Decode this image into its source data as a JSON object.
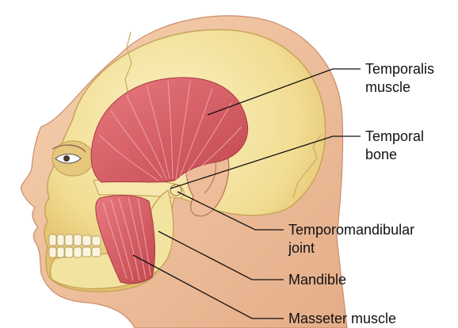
{
  "labels": {
    "temporalis": [
      "Temporalis",
      "muscle"
    ],
    "temporal_bone": [
      "Temporal",
      "bone"
    ],
    "tmj": [
      "Temporomandibular",
      "joint"
    ],
    "mandible": [
      "Mandible"
    ],
    "masseter": [
      "Masseter muscle"
    ]
  },
  "colors": {
    "skin": "#f0c9a6",
    "skin_shadow": "#e1a985",
    "skull": "#f2e3a2",
    "skull_edge": "#d9c27a",
    "muscle": "#d9606a",
    "muscle_fiber": "#f2b2b4",
    "leader_line": "#111111"
  }
}
